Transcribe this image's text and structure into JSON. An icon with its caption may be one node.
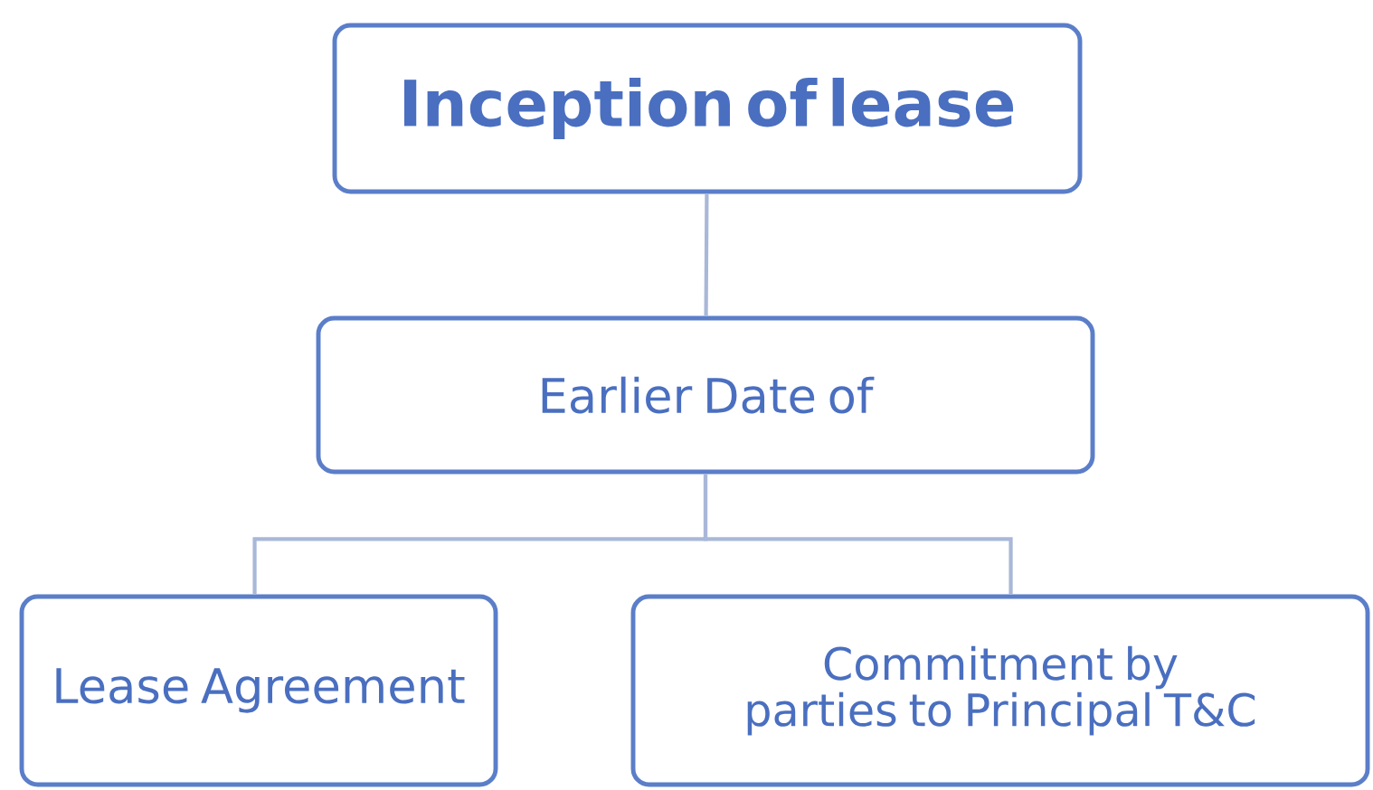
{
  "diagram": {
    "nodes": [
      {
        "text": [
          "Inception of lease"
        ]
      },
      {
        "text": [
          "Earlier Date of"
        ]
      },
      {
        "text": [
          "Lease Agreement"
        ]
      },
      {
        "text": [
          "Commitment by parties to Principal T&C"
        ]
      }
    ],
    "edges": [
      {
        "from": 0,
        "to": 1,
        "arrow": "none"
      },
      {
        "from": 1,
        "to": 2,
        "arrow": "none"
      },
      {
        "from": 1,
        "to": 3,
        "arrow": "none"
      }
    ]
  }
}
